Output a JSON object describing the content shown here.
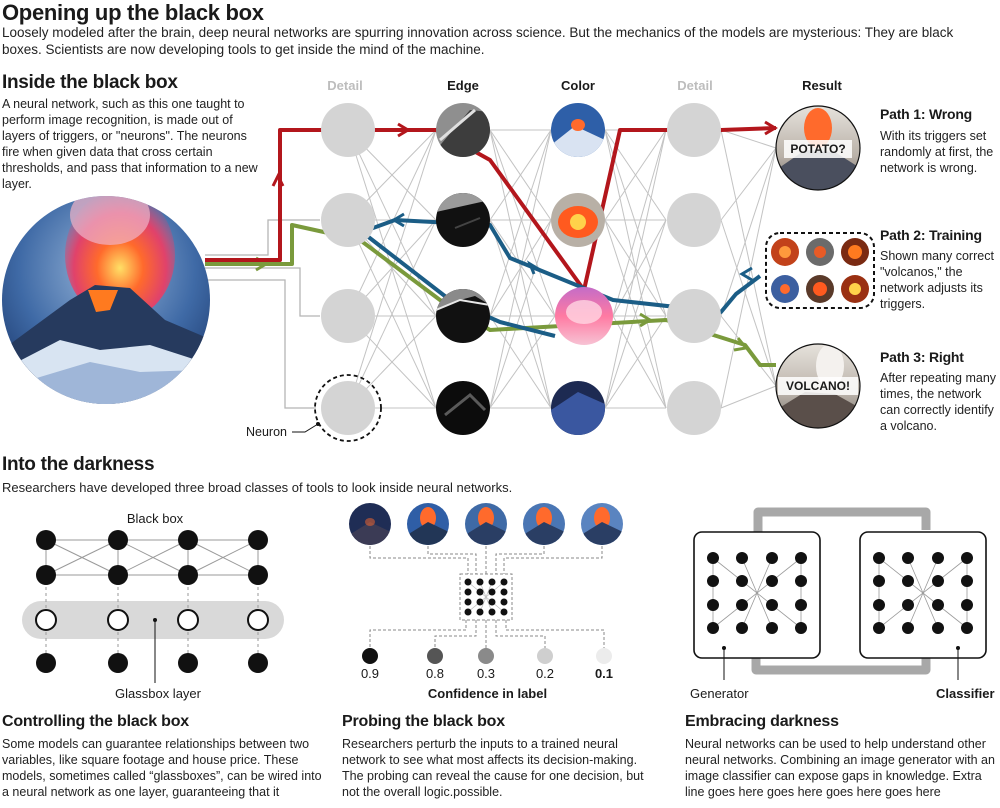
{
  "header": {
    "title": "Opening up the black box",
    "intro": "Loosely modeled after the brain, deep neural networks are spurring innovation across science. But the mechanics of the models are mysterious: They are black boxes. Scientists are now developing tools to get inside the mind of the machine."
  },
  "inside": {
    "title": "Inside the black box",
    "text": "A neural network, such as this one taught to perform image recognition, is made out of layers of triggers, or \"neurons\". The neurons fire when given data that cross certain thresholds, and pass that information to a new layer.",
    "neuron_label": "Neuron",
    "columns": [
      "Detail",
      "Edge",
      "Color",
      "Detail",
      "Result"
    ],
    "paths": [
      {
        "title": "Path 1: Wrong",
        "text": "With its triggers set randomly at first, the network is wrong.",
        "bubble": "POTATO?"
      },
      {
        "title": "Path 2: Training",
        "text": "Shown many correct \"volcanos,\" the network adjusts its triggers."
      },
      {
        "title": "Path 3: Right",
        "text": "After repeating many times, the network can correctly identify a volcano.",
        "bubble": "VOLCANO!"
      }
    ],
    "colors": {
      "path1": "#b3161c",
      "path2": "#7a9a3c",
      "path3": "#1b5d86",
      "neuron": "#d4d4d4",
      "lines": "#b9b9b9"
    }
  },
  "darkness": {
    "title": "Into the darkness",
    "subtitle": "Researchers have developed three broad classes of tools to look inside neural networks."
  },
  "panels": {
    "control": {
      "diagram_label": "Black box",
      "layer_label": "Glassbox layer",
      "title": "Controlling the black box",
      "text": "Some models can guarantee relationships between two variables, like square footage and house price. These models, sometimes called “glassboxes”, can be wired into a neural network as one layer, guaranteeing that it"
    },
    "probe": {
      "confidence": [
        "0.9",
        "0.8",
        "0.3",
        "0.2",
        "0.1"
      ],
      "confidence_label": "Confidence in label",
      "title": "Probing the black box",
      "text": "Researchers perturb the inputs to a trained neural network to see what most affects its decision-making. The probing can reveal the cause for one decision, but not the overall logic.possible."
    },
    "embrace": {
      "generator_label": "Generator",
      "classifier_label": "Classifier",
      "title": "Embracing darkness",
      "text": "Neural networks can be used to help understand other neural networks. Combining an image generator with an image classifier can expose gaps in knowledge. Extra line goes here goes here goes here goes here"
    }
  }
}
